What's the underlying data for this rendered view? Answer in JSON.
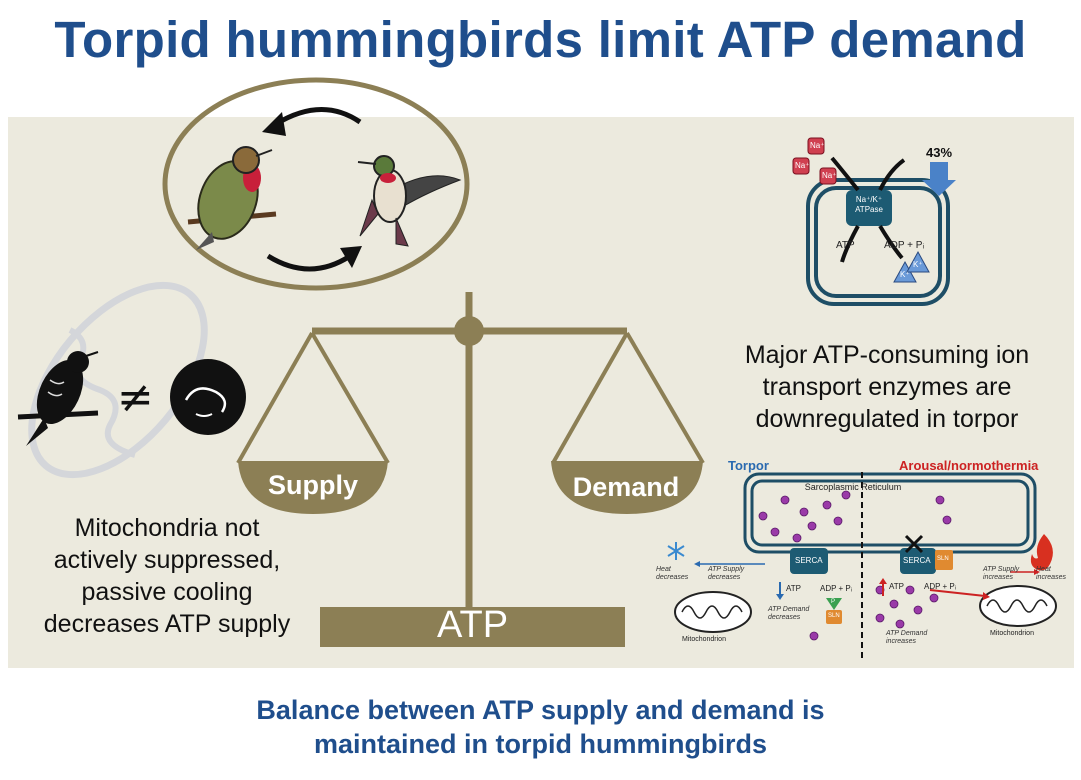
{
  "title": "Torpid hummingbirds limit ATP demand",
  "footer": {
    "line1": "Balance between ATP supply and demand is",
    "line2": "maintained in torpid hummingbirds"
  },
  "mitochondria_text": {
    "line1": "Mitochondria not",
    "line2": "actively suppressed,",
    "line3": "passive cooling",
    "line4": "decreases ATP supply"
  },
  "neq_symbol": "≠",
  "ion_text": {
    "line1": "Major ATP-consuming ion",
    "line2": "transport enzymes are",
    "line3": "downregulated in torpor"
  },
  "scale": {
    "left_pan": "Supply",
    "right_pan": "Demand",
    "base": "ATP"
  },
  "pump": {
    "percent": "43%",
    "na": "Na⁺",
    "k": "K⁺",
    "enzyme_line1": "Na⁺/K⁺",
    "enzyme_line2": "ATPase",
    "atp": "ATP",
    "adp": "ADP + Pᵢ"
  },
  "serca_panel": {
    "torpor": "Torpor",
    "arousal": "Arousal/normothermia",
    "sr": "Sarcoplasmic Reticulum",
    "serca": "SERCA",
    "sln": "SLN",
    "p": "P",
    "atp": "ATP",
    "adp": "ADP + Pᵢ",
    "heat_dec": "Heat decreases",
    "heat_inc": "Heat increases",
    "atp_supply_dec": "ATP Supply decreases",
    "atp_supply_inc": "ATP Supply increases",
    "atp_demand_dec": "ATP Demand decreases",
    "atp_demand_inc": "ATP Demand increases",
    "mito": "Mitochondrion"
  },
  "colors": {
    "title": "#1f4e8c",
    "panel_bg": "#eceade",
    "scale": "#8c7f55",
    "torpor": "#2a6ab0",
    "arousal": "#cc2222"
  }
}
